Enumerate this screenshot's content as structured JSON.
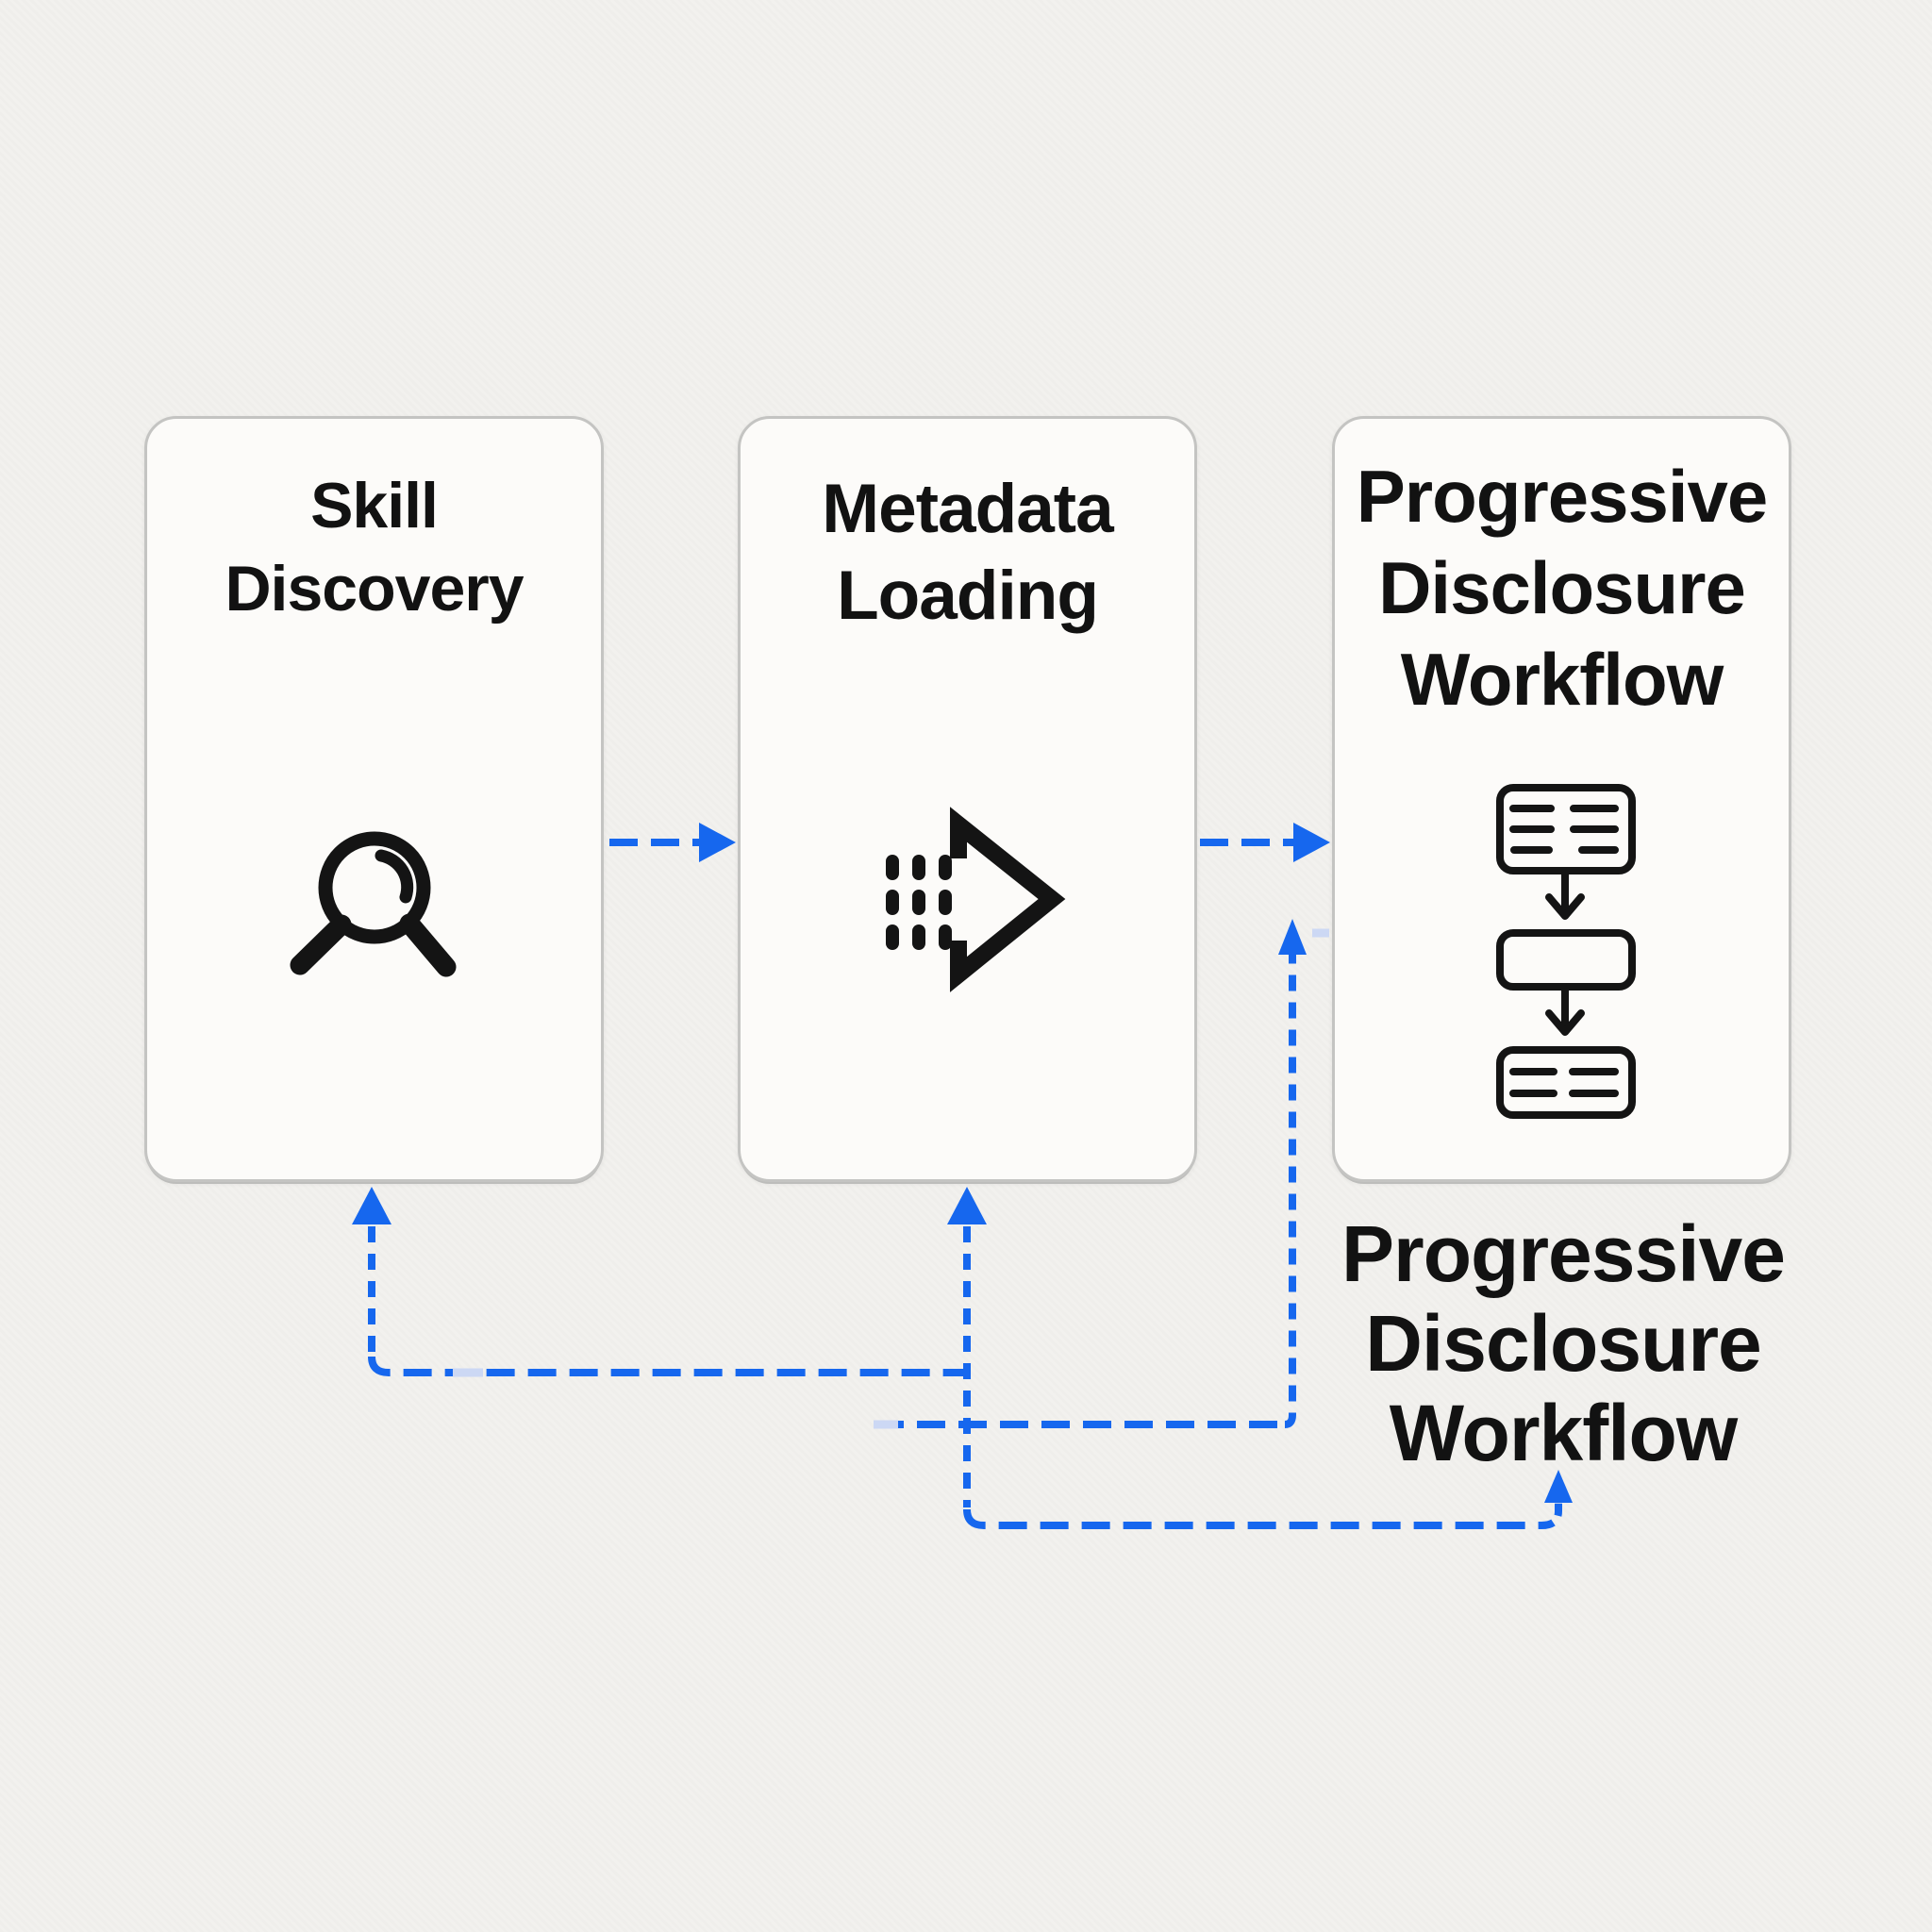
{
  "diagram": {
    "boxes": [
      {
        "id": "skill-discovery",
        "title_lines": [
          "Skill",
          "Discovery"
        ],
        "icon": "magnifying-glass"
      },
      {
        "id": "metadata-loading",
        "title_lines": [
          "Metadata",
          "Loading"
        ],
        "icon": "arrow-with-dots"
      },
      {
        "id": "progressive-disclosure-workflow",
        "title_lines": [
          "Progressive",
          "Disclosure",
          "Workflow"
        ],
        "icon": "mini-flowchart"
      }
    ],
    "floating_label": {
      "lines": [
        "Progressive",
        "Disclosure",
        "Workflow"
      ]
    },
    "colors": {
      "background": "#f2f1ee",
      "box_fill": "#fcfbf9",
      "box_border": "#c4c4c2",
      "text": "#121212",
      "icon": "#141414",
      "connector": "#1667ee",
      "connector_faint": "#ccd8f4"
    }
  }
}
